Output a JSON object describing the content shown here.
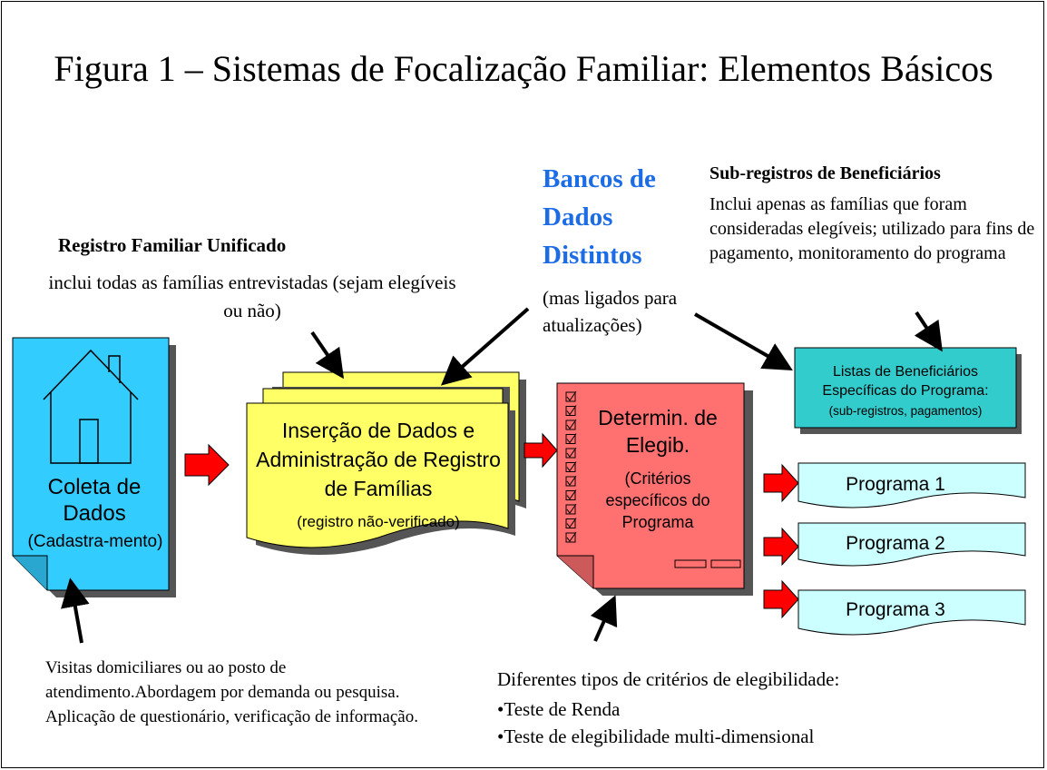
{
  "title": "Figura 1 – Sistemas de Focalização Familiar: Elementos Básicos",
  "registro": {
    "heading": "Registro Familiar Unificado",
    "body": "inclui todas as famílias entrevistadas (sejam elegíveis ou não)"
  },
  "bancos": {
    "heading": "Bancos de Dados Distintos",
    "sub": "(mas ligados para atualizações)"
  },
  "subregistros": {
    "heading": "Sub-registros de Beneficiários",
    "body": "Inclui apenas as famílias que foram consideradas elegíveis; utilizado para fins de pagamento, monitoramento do programa"
  },
  "coleta": {
    "label": "Coleta de Dados",
    "sub": "(Cadastra-mento)"
  },
  "insercao": {
    "label": "Inserção de Dados e Administração de Registro de Famílias",
    "sub": "(registro não-verificado)"
  },
  "determinacao": {
    "label": "Determin. de Elegib.",
    "sub": "(Critérios específicos do Programa"
  },
  "listas": {
    "label": "Listas de Beneficiários Específicas do Programa:",
    "sub": "(sub-registros, pagamentos)"
  },
  "programas": [
    "Programa 1",
    "Programa 2",
    "Programa 3"
  ],
  "visitas": "Visitas domiciliares ou ao posto de atendimento.Abordagem por demanda ou pesquisa. Aplicação de questionário, verificação de informação.",
  "criterios": {
    "heading": "Diferentes tipos de critérios de elegibilidade:",
    "items": [
      "•Teste de Renda",
      "•Teste de elegibilidade multi-dimensional"
    ]
  },
  "colors": {
    "coleta_fill": "#33ccff",
    "insercao_fill": "#ffff66",
    "determinacao_fill": "#ff7070",
    "listas_fill": "#33cccc",
    "programa_fill": "#ccffff",
    "arrow_red": "#ff0000",
    "bancos_text": "#1c6ce6"
  }
}
